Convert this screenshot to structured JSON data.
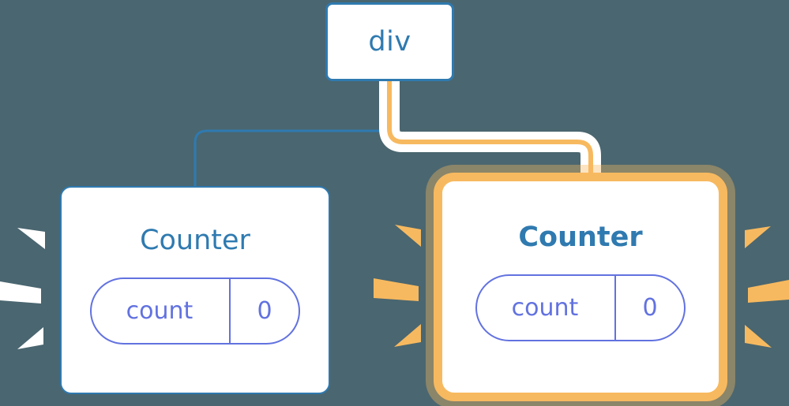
{
  "diagram": {
    "background_color": "#4a6670",
    "title": "React component tree re-render highlight",
    "nodes": {
      "root": {
        "label": "div",
        "type": "dom-element",
        "border_color": "#2f7ab0",
        "fill_color": "#ffffff"
      },
      "counter_left": {
        "title": "Counter",
        "state": "not-rerendered",
        "emphasis": "normal",
        "border_color": "#2f7ab0",
        "prop": {
          "key": "count",
          "value": "0"
        },
        "prop_color": "#6272e0",
        "sparkle_color": "#ffffff"
      },
      "counter_right": {
        "title": "Counter",
        "state": "rerendered",
        "emphasis": "bold",
        "border_color": "#f7b95f",
        "glow_color": "#fce3bb",
        "prop": {
          "key": "count",
          "value": "0"
        },
        "prop_color": "#6272e0",
        "sparkle_color": "#f7b95f"
      }
    },
    "edges": [
      {
        "name": "div-to-counter-left",
        "from": "root",
        "to": "counter_left",
        "color": "#2f7ab0",
        "width": 3,
        "highlighted": false
      },
      {
        "name": "div-to-counter-right",
        "from": "root",
        "to": "counter_right",
        "color": "#f7b95f",
        "halo_color": "#ffffff",
        "width": 6,
        "highlighted": true
      }
    ],
    "sparkle_groups": [
      {
        "name": "counter-left-sparkles",
        "side": "left",
        "color": "#ffffff",
        "rays": 3
      },
      {
        "name": "counter-right-sparkles-left",
        "side": "left",
        "color": "#f7b95f",
        "rays": 3
      },
      {
        "name": "counter-right-sparkles-right",
        "side": "right",
        "color": "#f7b95f",
        "rays": 3
      }
    ]
  }
}
